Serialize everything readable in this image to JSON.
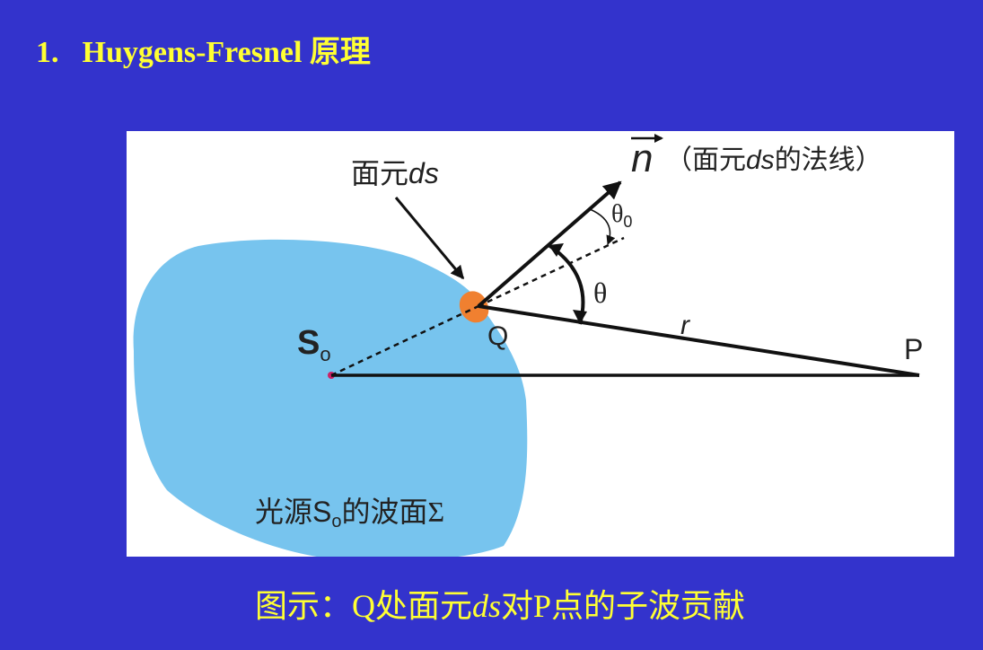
{
  "title": {
    "number": "1.",
    "text": "Huygens-Fresnel 原理"
  },
  "diagram": {
    "surface_element_label_zh": "面元",
    "surface_element_label_var": "ds",
    "normal_symbol": "n",
    "normal_annotation_open": "（面元",
    "normal_annotation_var": "ds",
    "normal_annotation_close": "的法线）",
    "theta0": "θ",
    "theta0_sub": "0",
    "theta": "θ",
    "point_q": "Q",
    "point_r": "r",
    "point_p": "P",
    "source_s": "S",
    "source_sub": "o",
    "wavefront_pre": "光源",
    "wavefront_s": "S",
    "wavefront_sub": "o",
    "wavefront_post": "的波面Σ",
    "colors": {
      "wavefront_fill": "#77c4ee",
      "element_fill": "#f08030",
      "source_dot": "#cc2266",
      "line": "#111111"
    }
  },
  "caption": {
    "prefix": "图示：Q处面元",
    "var": "ds",
    "suffix": "对P点的子波贡献"
  }
}
